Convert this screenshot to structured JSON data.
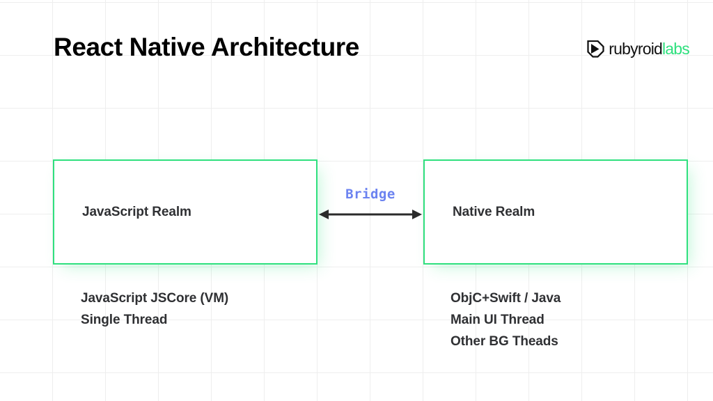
{
  "slide": {
    "title": "React Native Architecture",
    "background_color": "#ffffff",
    "grid_color": "#eeeeee",
    "accent_green": "#2fe07e",
    "bridge_color": "#6b82f0",
    "text_color": "#2f3033"
  },
  "logo": {
    "mark_name": "rubyroid-labs-mark",
    "word_dark": "rubyroid",
    "word_accent": "labs",
    "accent_color": "#2fe07e"
  },
  "diagram": {
    "bridge": {
      "label": "Bridge",
      "arrow_name": "double-headed-arrow",
      "arrow_direction": "bidirectional"
    },
    "realms": [
      {
        "id": "javascript",
        "title": "JavaScript Realm",
        "border_color": "#2fe07e",
        "details": [
          "JavaScript JSCore (VM)",
          "Single Thread"
        ]
      },
      {
        "id": "native",
        "title": "Native Realm",
        "border_color": "#2fe07e",
        "details": [
          "ObjC+Swift / Java",
          "Main UI Thread",
          "Other BG Theads"
        ]
      }
    ]
  }
}
